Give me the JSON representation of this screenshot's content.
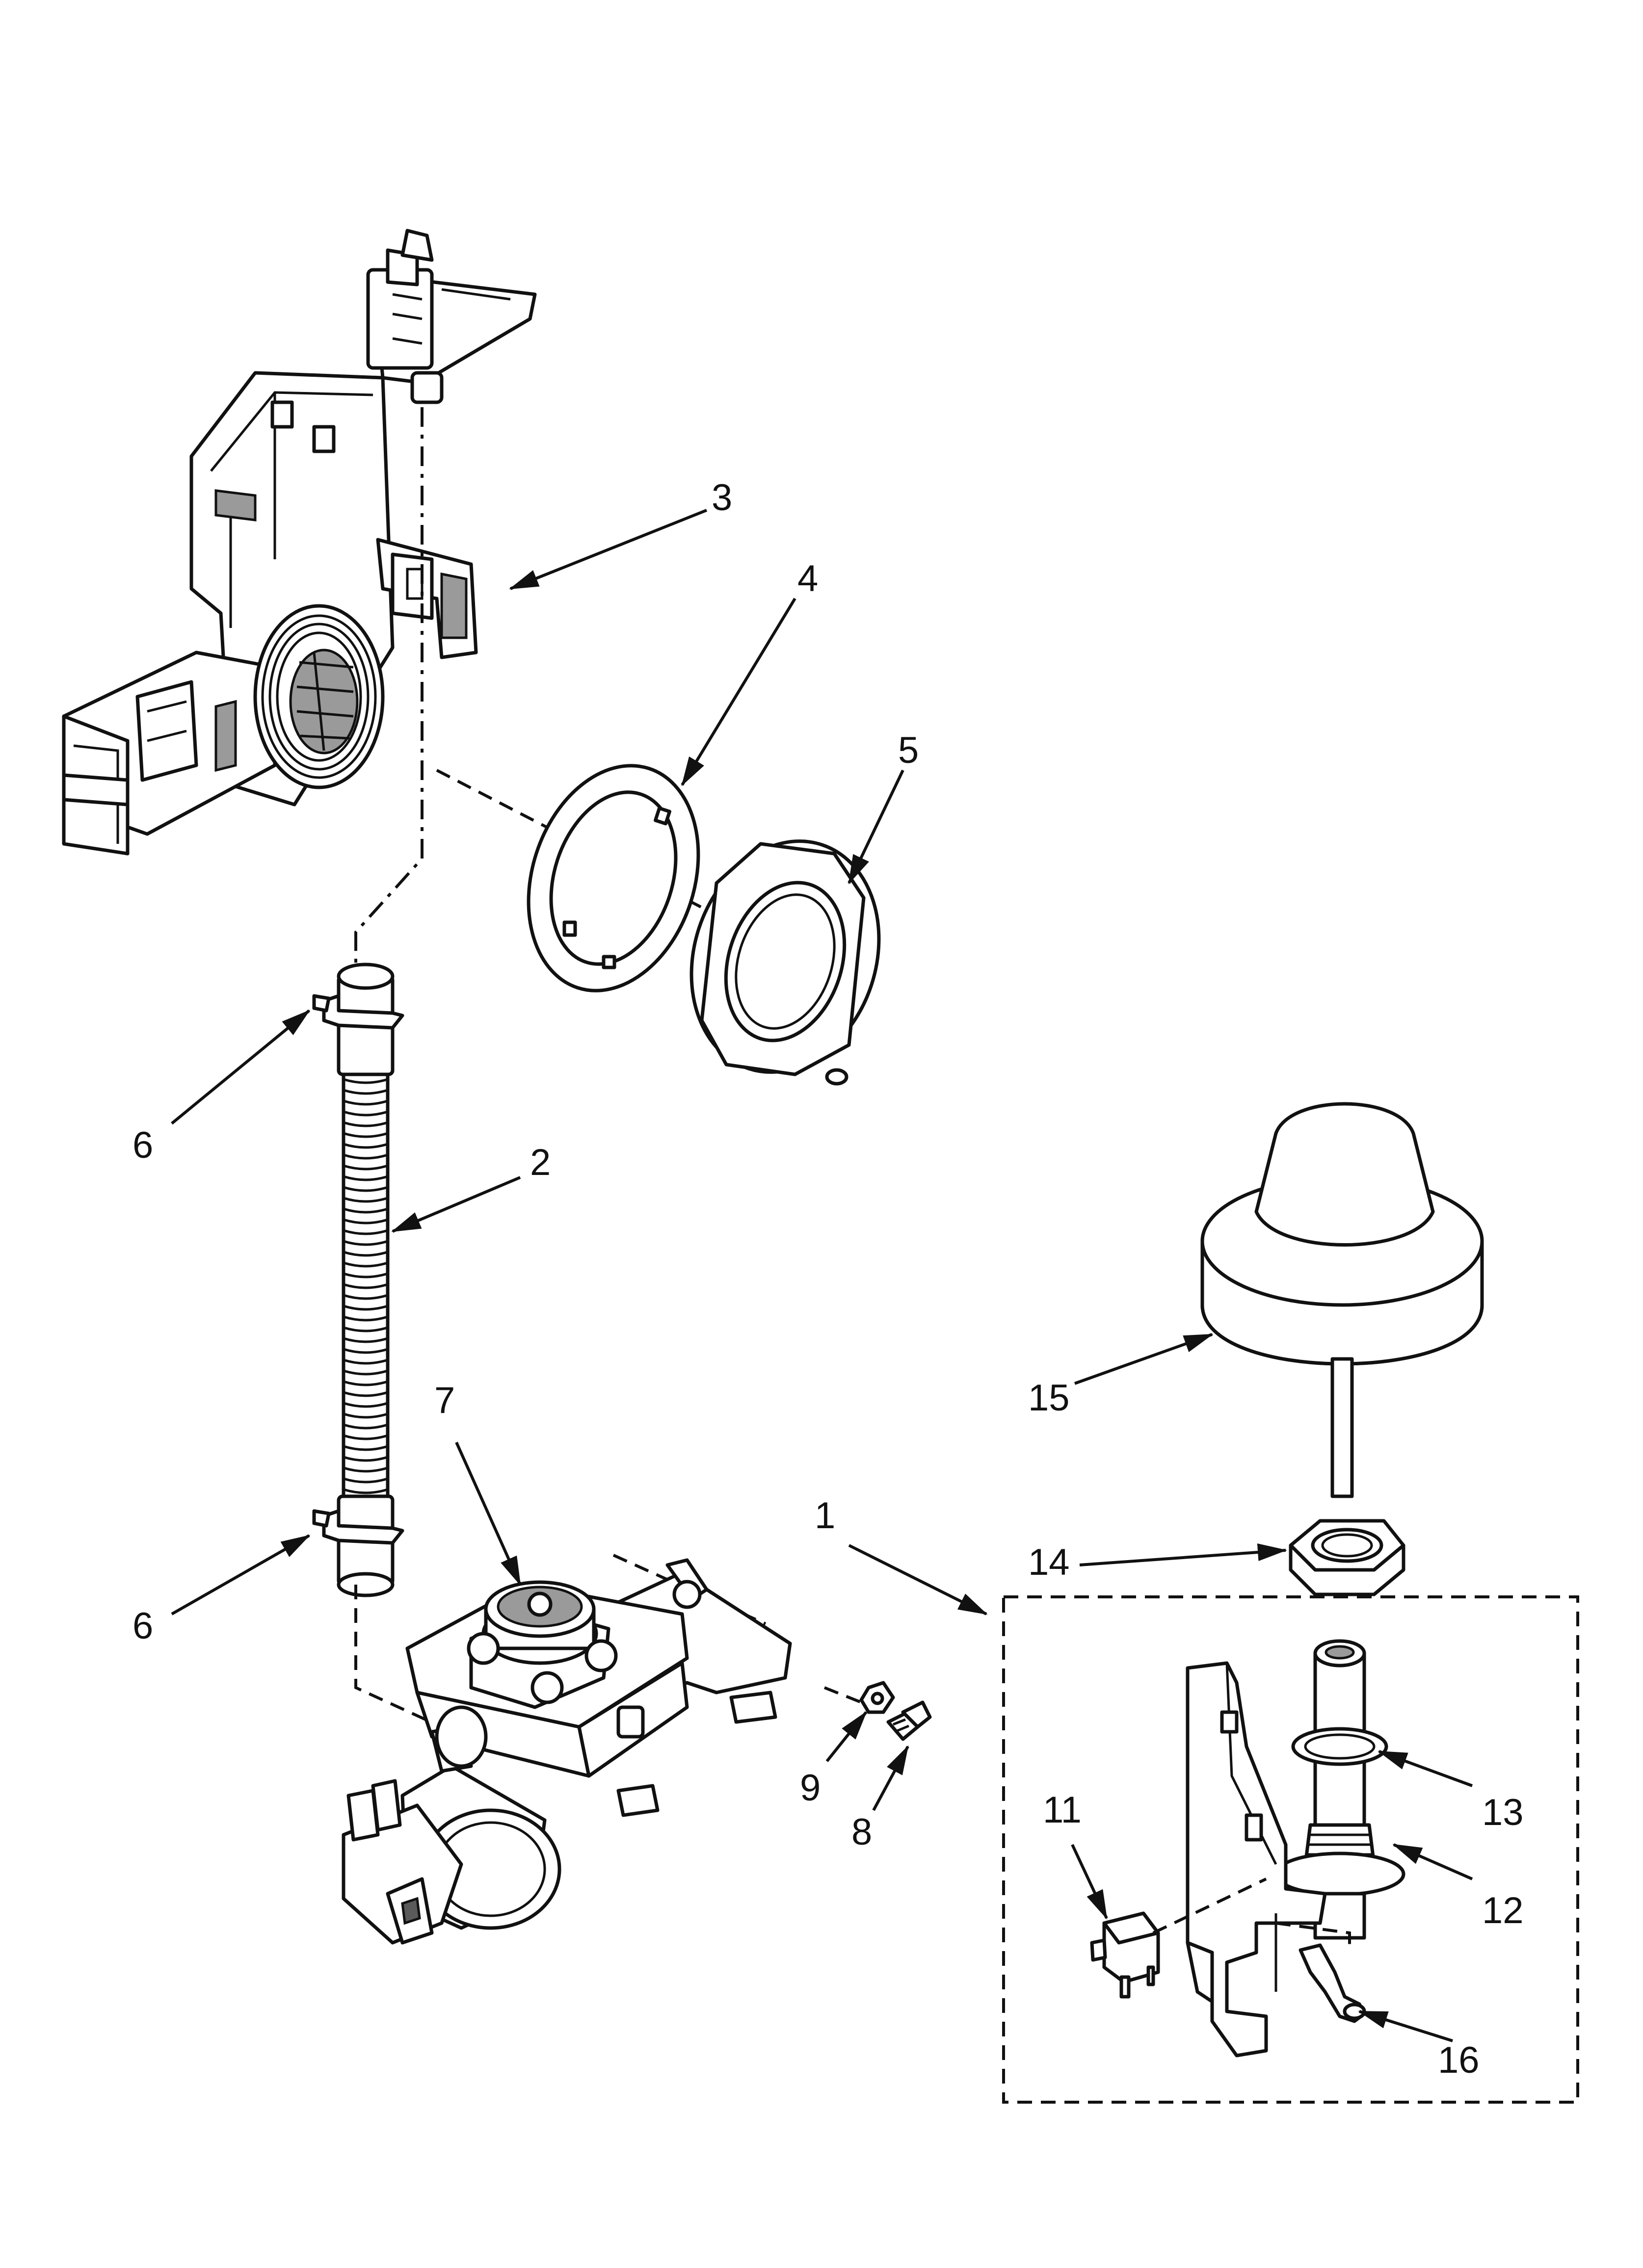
{
  "callouts": [
    {
      "id": "1",
      "label": "1"
    },
    {
      "id": "2",
      "label": "2"
    },
    {
      "id": "3",
      "label": "3"
    },
    {
      "id": "4",
      "label": "4"
    },
    {
      "id": "5",
      "label": "5"
    },
    {
      "id": "6a",
      "label": "6"
    },
    {
      "id": "6b",
      "label": "6"
    },
    {
      "id": "7",
      "label": "7"
    },
    {
      "id": "8",
      "label": "8"
    },
    {
      "id": "9",
      "label": "9"
    },
    {
      "id": "11",
      "label": "11"
    },
    {
      "id": "12",
      "label": "12"
    },
    {
      "id": "13",
      "label": "13"
    },
    {
      "id": "14",
      "label": "14"
    },
    {
      "id": "15",
      "label": "15"
    },
    {
      "id": "16",
      "label": "16"
    }
  ]
}
